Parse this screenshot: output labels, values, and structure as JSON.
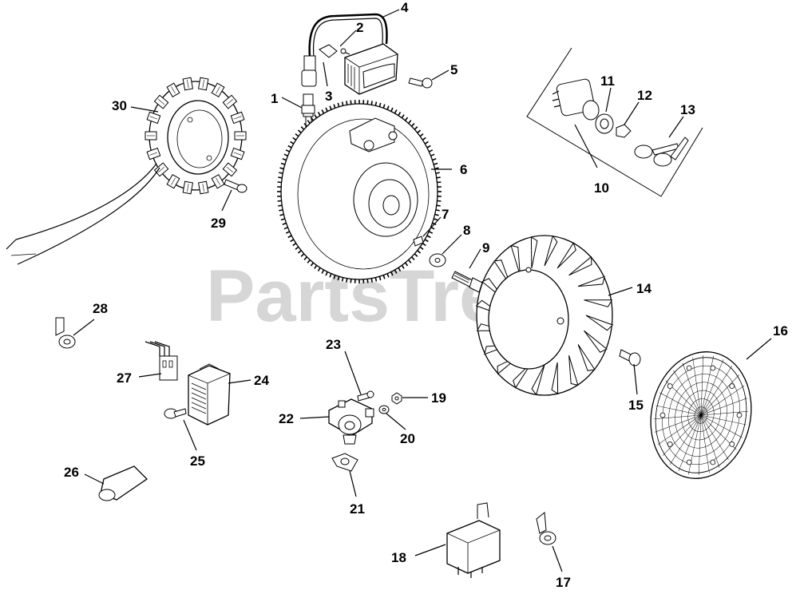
{
  "watermark": "PartsTree",
  "callouts": {
    "c1": "1",
    "c2": "2",
    "c3": "3",
    "c4": "4",
    "c5": "5",
    "c6": "6",
    "c7": "7",
    "c8": "8",
    "c9": "9",
    "c10": "10",
    "c11": "11",
    "c12": "12",
    "c13": "13",
    "c14": "14",
    "c15": "15",
    "c16": "16",
    "c17": "17",
    "c18": "18",
    "c19": "19",
    "c20": "20",
    "c21": "21",
    "c22": "22",
    "c23": "23",
    "c24": "24",
    "c25": "25",
    "c26": "26",
    "c27": "27",
    "c28": "28",
    "c29": "29",
    "c30": "30"
  }
}
